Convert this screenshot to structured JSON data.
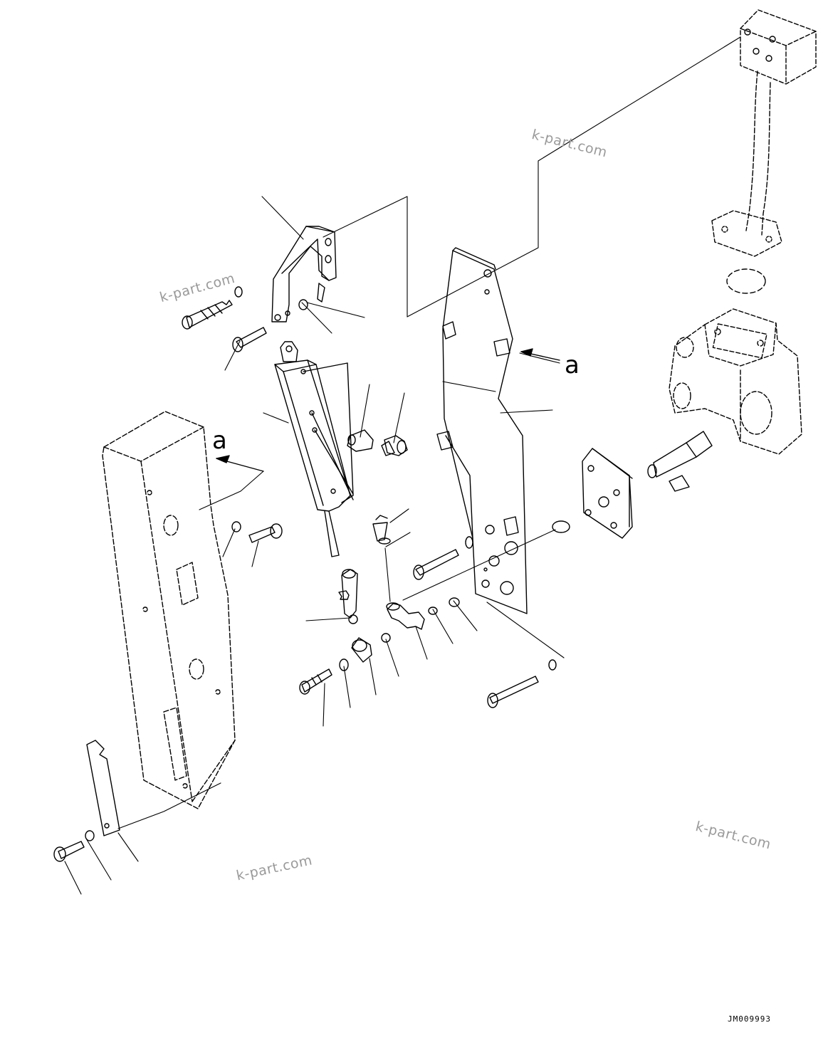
{
  "diagram": {
    "watermark": "k-part.com",
    "callout_letter_left": "a",
    "callout_letter_right": "a",
    "drawing_code": "JM009993"
  }
}
